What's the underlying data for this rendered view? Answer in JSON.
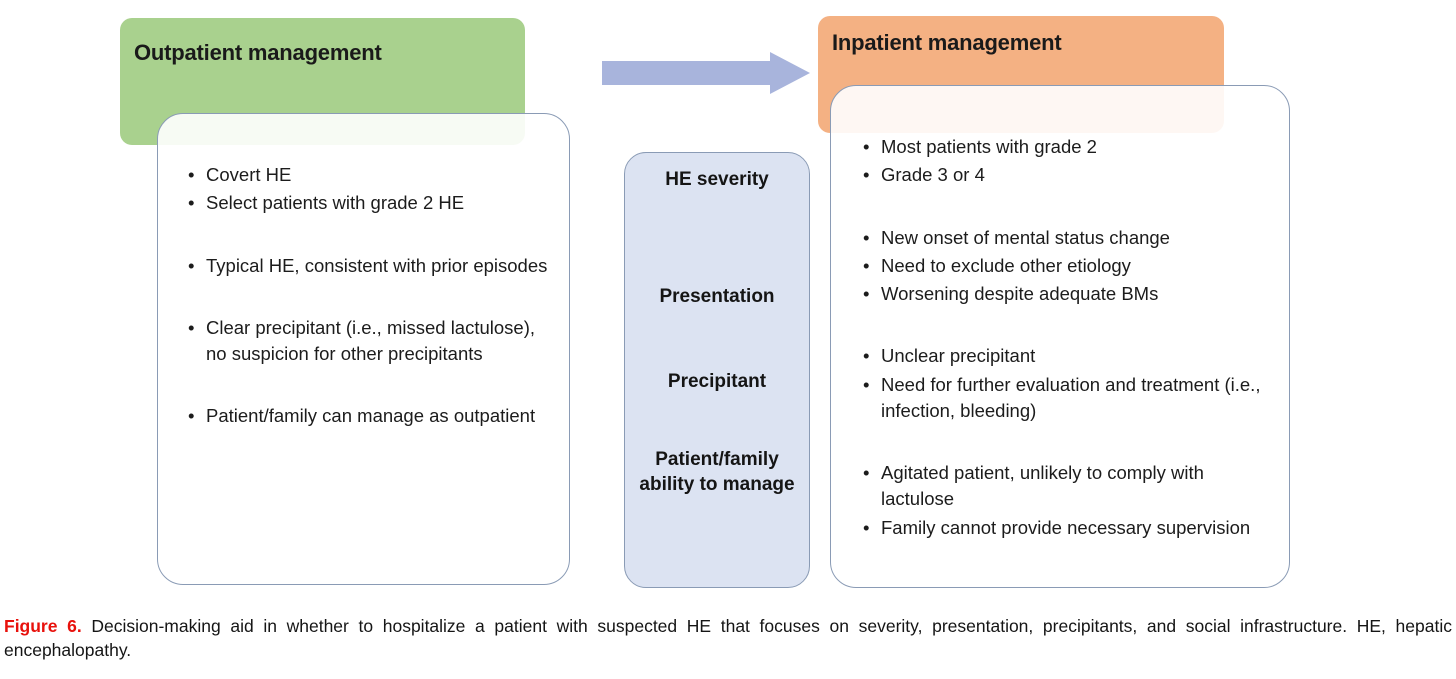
{
  "figure": {
    "caption_label": "Figure 6.",
    "caption_text": "Decision-making aid in whether to hospitalize a patient with suspected HE that focuses on severity, presentation, precipitants, and social infrastructure. HE, hepatic encephalopathy.",
    "colors": {
      "outpatient_header": "#A9D18E",
      "inpatient_header": "#F4B183",
      "criteria_column": "#DCE3F2",
      "arrow": "#A8B4DC",
      "card_border": "#8A9BB5",
      "caption_label": "#E8110C"
    }
  },
  "outpatient": {
    "title": "Outpatient management",
    "groups": [
      [
        "Covert HE",
        "Select patients with grade 2 HE"
      ],
      [
        "Typical HE, consistent with prior episodes"
      ],
      [
        "Clear precipitant (i.e., missed lactulose), no suspicion for other precipitants"
      ],
      [
        "Patient/family can manage as outpatient"
      ]
    ]
  },
  "criteria": {
    "items": [
      "HE severity",
      "Presentation",
      "Precipitant",
      "Patient/family ability to manage"
    ]
  },
  "inpatient": {
    "title": "Inpatient management",
    "groups": [
      [
        "Most patients with grade 2",
        "Grade 3 or 4"
      ],
      [
        "New onset of mental status change",
        "Need to exclude other etiology",
        "Worsening despite adequate BMs"
      ],
      [
        "Unclear precipitant",
        "Need for further evaluation and treatment (i.e., infection, bleeding)"
      ],
      [
        "Agitated patient, unlikely to comply with lactulose",
        "Family cannot provide necessary supervision"
      ]
    ]
  },
  "arrow": {
    "direction": "right",
    "label": "outpatient-to-inpatient-arrow"
  }
}
